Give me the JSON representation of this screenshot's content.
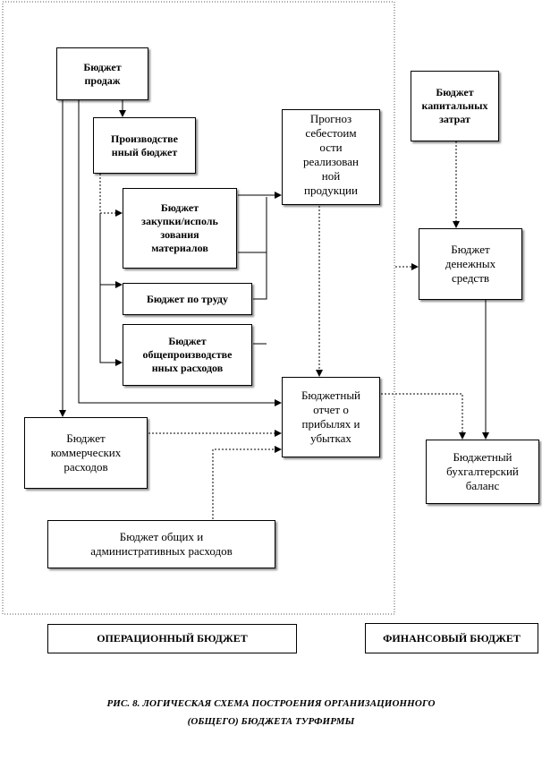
{
  "boxes": {
    "sales": "Бюджет\nпродаж",
    "production": "Производстве\nнный бюджет",
    "forecast": "Прогноз\nсебестоим\nости\nреализован\nной\nпродукции",
    "capex": "Бюджет\nкапитальных\nзатрат",
    "materials": "Бюджет\nзакупки/исполь\nзования\nматериалов",
    "labor": "Бюджет по труду",
    "overhead": "Бюджет\nобщепроизводстве\nнных расходов",
    "cash": "Бюджет\nденежных\nсредств",
    "pnl": "Бюджетный\nотчет о\nприбылях и\nубытках",
    "commercial": "Бюджет\nкоммерческих\nрасходов",
    "balance": "Бюджетный\nбухгалтерский\nбаланс",
    "admin": "Бюджет общих и\nадминистративных расходов"
  },
  "legend": {
    "operational": "ОПЕРАЦИОННЫЙ БЮДЖЕТ",
    "financial": "ФИНАНСОВЫЙ БЮДЖЕТ"
  },
  "caption": "РИС. 8. ЛОГИЧЕСКАЯ СХЕМА ПОСТРОЕНИЯ ОРГАНИЗАЦИОННОГО\n(ОБЩЕГО) БЮДЖЕТА ТУРФИРМЫ"
}
